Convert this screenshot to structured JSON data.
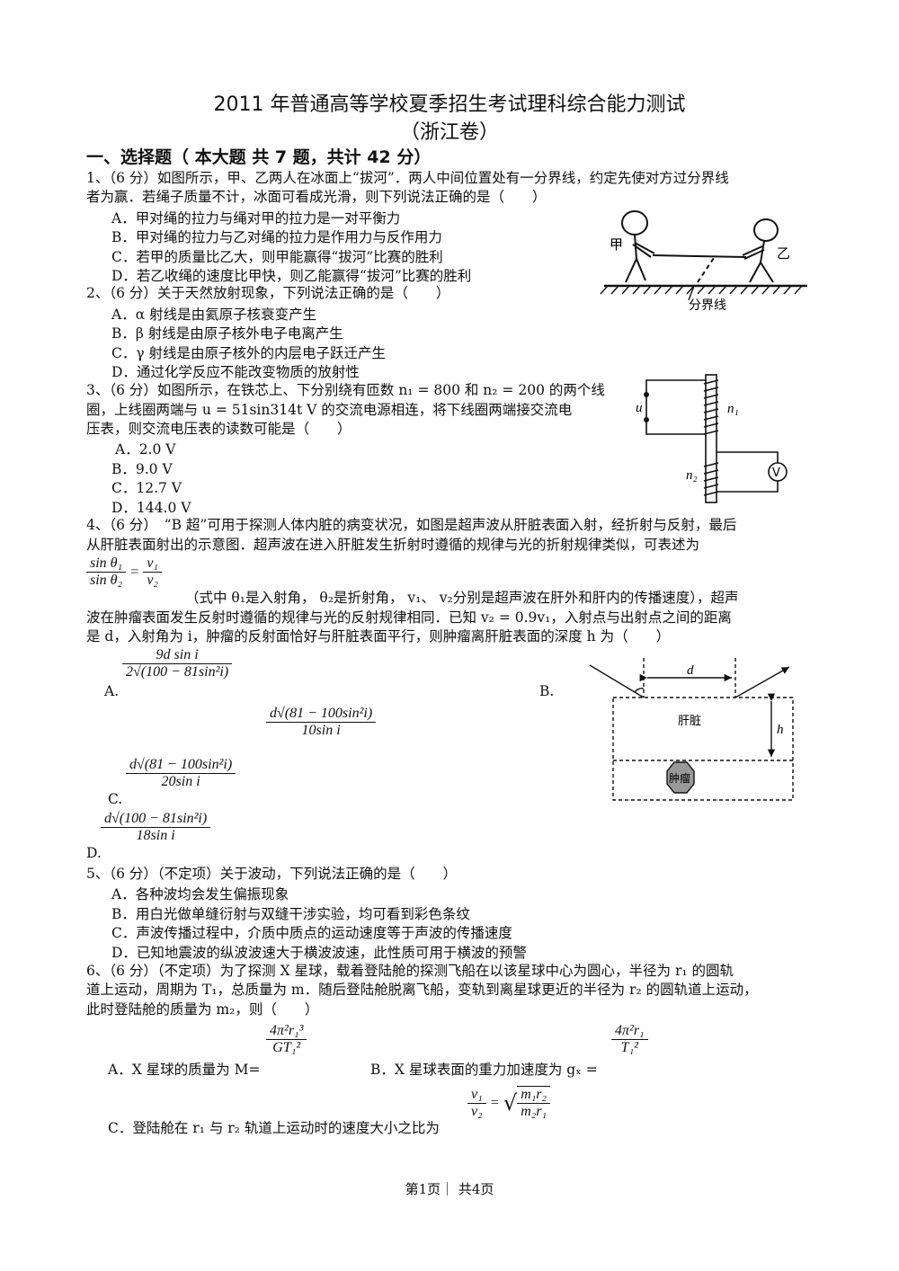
{
  "title": {
    "line1": "2011 年普通高等学校夏季招生考试理科综合能力测试",
    "line2": "（浙江卷）"
  },
  "section1": {
    "heading": "一、选择题（ 本大题 共 7  题，共计 42  分）"
  },
  "q1": {
    "stem_line1": "1、（6 分）如图所示，甲、乙两人在冰面上“拔河”．两人中间位置处有一分界线，约定先使对方过分界线",
    "stem_line2": "者为赢．若绳子质量不计，冰面可看成光滑，则下列说法正确的是（　　）",
    "options": [
      "A．甲对绳的拉力与绳对甲的拉力是一对平衡力",
      "B．甲对绳的拉力与乙对绳的拉力是作用力与反作用力",
      "C．若甲的质量比乙大，则甲能赢得“拔河”比赛的胜利",
      "D．若乙收绳的速度比甲快，则乙能赢得“拔河”比赛的胜利"
    ],
    "figure": {
      "label_jia": "甲",
      "label_yi": "乙",
      "label_line": "分界线"
    }
  },
  "q2": {
    "stem": "2、（6 分）关于天然放射现象，下列说法正确的是（　　）",
    "options": [
      "A．α 射线是由氦原子核衰变产生",
      "B．β 射线是由原子核外电子电离产生",
      "C．γ 射线是由原子核外的内层电子跃迁产生",
      "D．通过化学反应不能改变物质的放射性"
    ]
  },
  "q3": {
    "stem_line1": "3、（6 分）如图所示，在铁芯上、下分别绕有匝数 n₁ = 800 和 n₂ = 200 的两个线",
    "stem_line2": "圈，上线圈两端与 u = 51sin314t  V 的交流电源相连，将下线圈两端接交流电",
    "stem_line3": "压表，则交流电压表的读数可能是（　　）",
    "options": [
      "A．2.0 V",
      "B．9.0 V",
      "C．12.7 V",
      "D．144.0 V"
    ],
    "figure": {
      "u": "u",
      "n1": "n₁",
      "n2": "n₂",
      "meter": "V"
    }
  },
  "q4": {
    "stem_line1": "4、（6 分）　“B 超”可用于探测人体内脏的病变状况，如图是超声波从肝脏表面入射，经折射与反射，最后",
    "stem_line2": "从肝脏表面射出的示意图．超声波在进入肝脏发生折射时遵循的规律与光的折射规律类似，可表述为",
    "law_num_left": "sin θ₁",
    "law_den_left": "sin θ₂",
    "law_num_right": "v₁",
    "law_den_right": "v₂",
    "law_eq": "=",
    "stem_line3": "（式中 θ₁是入射角， θ₂是折射角， v₁、 v₂分别是超声波在肝外和肝内的传播速度），超声",
    "stem_line4": "波在肿瘤表面发生反射时遵循的规律与光的反射规律相同．已知 v₂ = 0.9v₁，入射点与出射点之间的距离",
    "stem_line5": "是 d，入射角为 i，肿瘤的反射面恰好与肝脏表面平行，则肿瘤离肝脏表面的深度 h 为（　　）",
    "optA_label": "A.",
    "optA_num": "9d sin i",
    "optA_den": "2√(100 − 81sin²i)",
    "optB_label": "B.",
    "optB_num": "d√(81 − 100sin²i)",
    "optB_den": "10sin i",
    "optC_label": "C.",
    "optC_num": "d√(81 − 100sin²i)",
    "optC_den": "20sin i",
    "optD_label": "D.",
    "optD_num": "d√(100 − 81sin²i)",
    "optD_den": "18sin i",
    "figure": {
      "d": "d",
      "h": "h",
      "liver": "肝脏",
      "tumor": "肿瘤"
    }
  },
  "q5": {
    "stem": "5、（6 分）（不定项）关于波动，下列说法正确的是（　　）",
    "options": [
      "A．各种波均会发生偏振现象",
      "B．用白光做单缝衍射与双缝干涉实验，均可看到彩色条纹",
      "C．声波传播过程中，介质中质点的运动速度等于声波的传播速度",
      "D．已知地震波的纵波波速大于横波波速，此性质可用于横波的预警"
    ]
  },
  "q6": {
    "stem_line1": "6、（6 分）（不定项）为了探测 X 星球，载着登陆舱的探测飞船在以该星球中心为圆心，半径为 r₁ 的圆轨",
    "stem_line2": "道上运动，周期为 T₁，总质量为 m．随后登陆舱脱离飞船，变轨到离星球更近的半径为 r₂ 的圆轨道上运动，",
    "stem_line3": "此时登陆舱的质量为 m₂，则（　　）",
    "optA_text": "A．X 星球的质量为 M=",
    "optA_num": "4π²r₁³",
    "optA_den": "GT₁²",
    "optB_text": "B．X 星球表面的重力加速度为 gₓ =",
    "optB_num": "4π²r₁",
    "optB_den": "T₁²",
    "optC_text": "C．登陆舱在 r₁ 与 r₂ 轨道上运动时的速度大小之比为",
    "optC_num_left": "v₁",
    "optC_den_left": "v₂",
    "optC_eq": "=",
    "optC_num_right": "m₁r₂",
    "optC_den_right": "m₂r₁"
  },
  "footer": {
    "text": "第1页｜ 共4页"
  }
}
